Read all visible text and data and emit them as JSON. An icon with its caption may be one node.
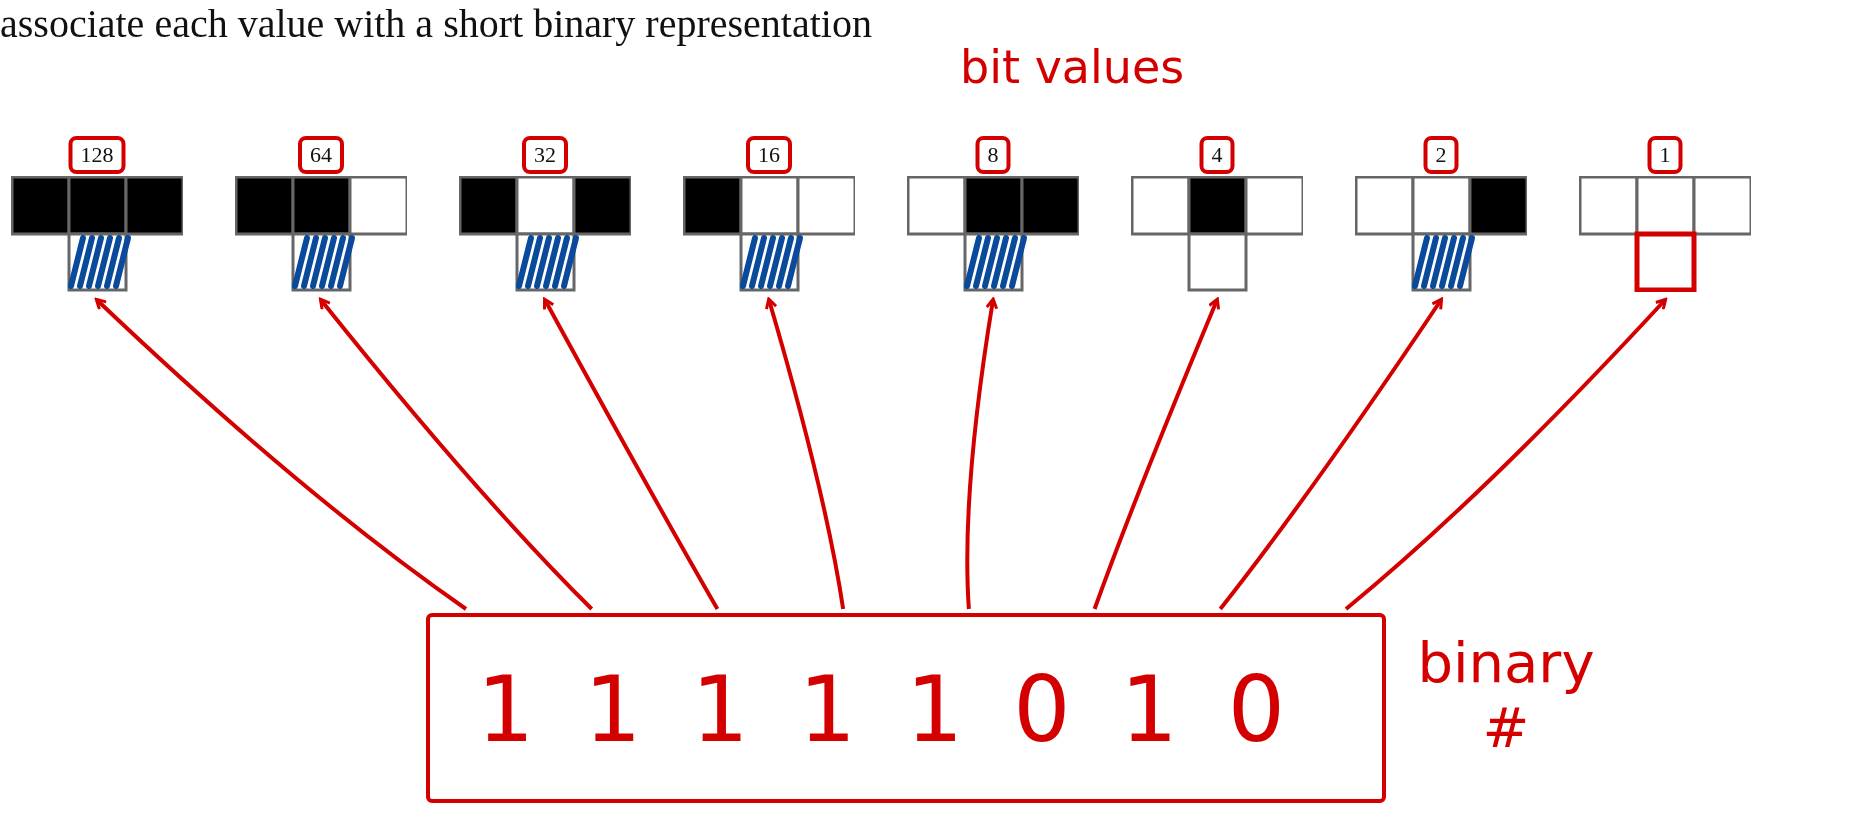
{
  "diagram": {
    "title": "associate each value with a short binary representation",
    "nodes": [
      {
        "text": [
          "128"
        ]
      },
      {
        "text": [
          "64"
        ]
      },
      {
        "text": [
          "32"
        ]
      },
      {
        "text": [
          "16"
        ]
      },
      {
        "text": [
          "8"
        ]
      },
      {
        "text": [
          "4"
        ]
      },
      {
        "text": [
          "2"
        ]
      },
      {
        "text": [
          "1"
        ]
      },
      {
        "text": [
          "11111010"
        ],
        "beside": [
          "binary #"
        ]
      }
    ],
    "edges": [
      {
        "from": 8,
        "to": 0,
        "arrow": "to"
      },
      {
        "from": 8,
        "to": 1,
        "arrow": "to"
      },
      {
        "from": 8,
        "to": 2,
        "arrow": "to"
      },
      {
        "from": 8,
        "to": 3,
        "arrow": "to"
      },
      {
        "from": 8,
        "to": 4,
        "arrow": "to"
      },
      {
        "from": 8,
        "to": 5,
        "arrow": "to"
      },
      {
        "from": 8,
        "to": 6,
        "arrow": "to"
      },
      {
        "from": 8,
        "to": 7,
        "arrow": "to"
      }
    ],
    "labels": [
      "bit values"
    ]
  }
}
